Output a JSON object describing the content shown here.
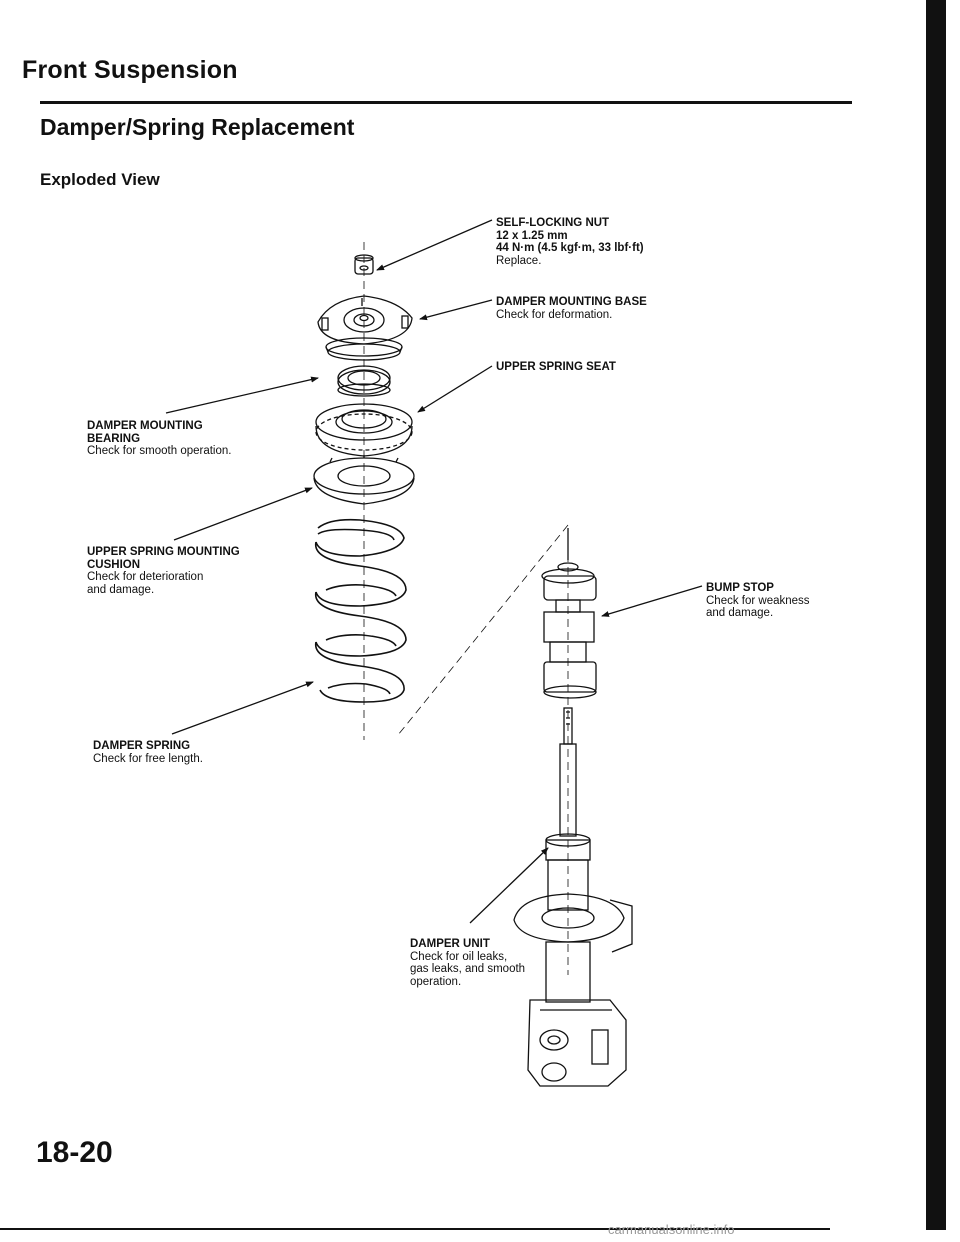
{
  "header": {
    "section_title": "Front Suspension",
    "page_heading": "Damper/Spring Replacement",
    "view_heading": "Exploded View"
  },
  "callouts": {
    "self_locking_nut": {
      "name": "SELF-LOCKING NUT",
      "spec": "12 x 1.25 mm",
      "torque": "44 N·m (4.5 kgf·m, 33 lbf·ft)",
      "note": "Replace."
    },
    "damper_mounting_base": {
      "name": "DAMPER MOUNTING BASE",
      "note": "Check for deformation."
    },
    "upper_spring_seat": {
      "name": "UPPER SPRING SEAT"
    },
    "damper_mounting_bearing": {
      "name_line1": "DAMPER MOUNTING",
      "name_line2": "BEARING",
      "note": "Check for smooth operation."
    },
    "upper_spring_mounting_cushion": {
      "name_line1": "UPPER SPRING MOUNTING",
      "name_line2": "CUSHION",
      "note_line1": "Check for deterioration",
      "note_line2": "and damage."
    },
    "bump_stop": {
      "name": "BUMP STOP",
      "note_line1": "Check for weakness",
      "note_line2": "and damage."
    },
    "damper_spring": {
      "name": "DAMPER SPRING",
      "note": "Check for free length."
    },
    "damper_unit": {
      "name": "DAMPER UNIT",
      "note_line1": "Check for oil leaks,",
      "note_line2": "gas leaks, and smooth",
      "note_line3": "operation."
    }
  },
  "footer": {
    "page_number": "18-20",
    "watermark": "carmanualsonline.info"
  }
}
